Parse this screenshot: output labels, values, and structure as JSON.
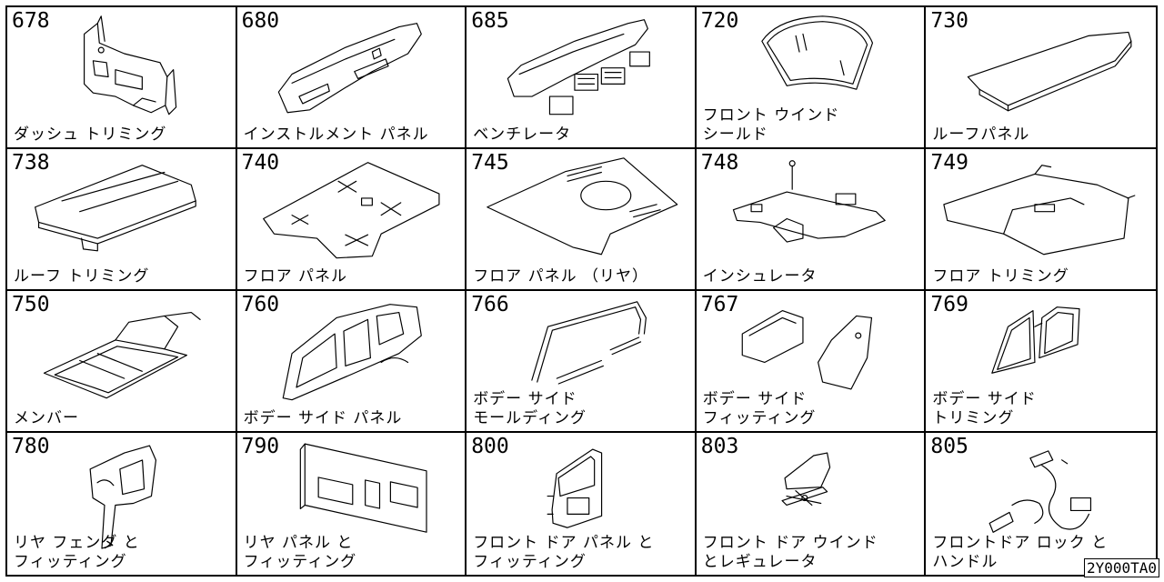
{
  "parts": [
    {
      "code": "678",
      "label": "ダッシュ トリミング"
    },
    {
      "code": "680",
      "label": "インストルメント パネル"
    },
    {
      "code": "685",
      "label": "ベンチレータ"
    },
    {
      "code": "720",
      "label": "フロント ウインド\nシールド"
    },
    {
      "code": "730",
      "label": "ルーフパネル"
    },
    {
      "code": "738",
      "label": "ルーフ トリミング"
    },
    {
      "code": "740",
      "label": "フロア パネル"
    },
    {
      "code": "745",
      "label": "フロア パネル （リヤ）"
    },
    {
      "code": "748",
      "label": "インシュレータ"
    },
    {
      "code": "749",
      "label": "フロア トリミング"
    },
    {
      "code": "750",
      "label": "メンバー"
    },
    {
      "code": "760",
      "label": "ボデー サイド パネル"
    },
    {
      "code": "766",
      "label": "ボデー サイド\nモールディング"
    },
    {
      "code": "767",
      "label": "ボデー サイド\nフィッティング"
    },
    {
      "code": "769",
      "label": "ボデー サイド\nトリミング"
    },
    {
      "code": "780",
      "label": "リヤ フェンダ と\nフィッティング"
    },
    {
      "code": "790",
      "label": "リヤ パネル と\nフィッティング"
    },
    {
      "code": "800",
      "label": "フロント ドア パネル と\nフィッティング"
    },
    {
      "code": "803",
      "label": "フロント ドア ウインド\nとレギュレータ"
    },
    {
      "code": "805",
      "label": "フロントドア ロック と\nハンドル"
    }
  ],
  "reference_code": "2Y000TA0"
}
